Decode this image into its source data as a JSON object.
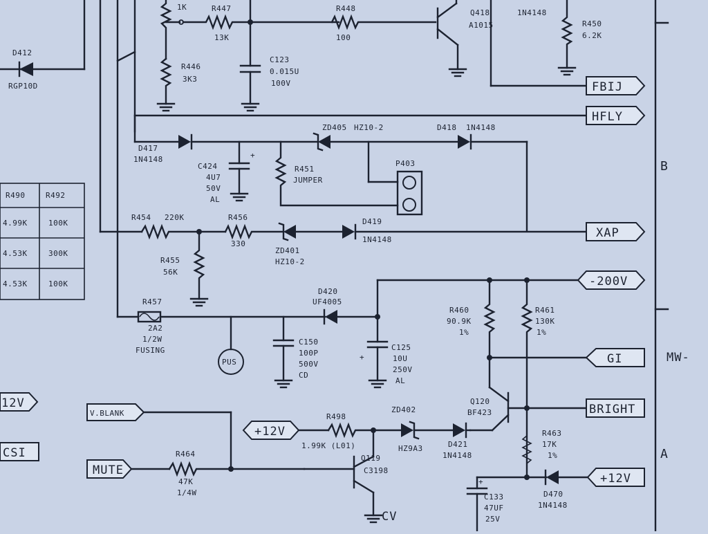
{
  "ports": {
    "fbij": "FBIJ",
    "hfly": "HFLY",
    "xap": "XAP",
    "neg200v": "-200V",
    "gi": "GI",
    "bright": "BRIGHT",
    "plus12v_right": "+12V",
    "plus12v_mid": "+12V",
    "vblank": "V.BLANK",
    "mute": "MUTE",
    "left_12v": "12V",
    "left_csi": "CSI"
  },
  "zones": {
    "b": "B",
    "a": "A"
  },
  "components": {
    "d412": {
      "ref": "D412",
      "val": "RGP10D"
    },
    "r146_top": {
      "val": "1K"
    },
    "r147": {
      "ref": "R447",
      "val": "13K"
    },
    "r148": {
      "ref": "R448",
      "val": "100"
    },
    "r146": {
      "ref": "R446",
      "val": "3K3"
    },
    "c123": {
      "ref": "C123",
      "val1": "0.015U",
      "val2": "100V"
    },
    "q118": {
      "ref": "Q418",
      "val": "A1015"
    },
    "d_top": {
      "val": "1N4148"
    },
    "r150": {
      "ref": "R450",
      "val": "6.2K"
    },
    "d417": {
      "ref": "D417",
      "val": "1N4148"
    },
    "zd405": {
      "ref": "ZD405",
      "val": "HZ10-2"
    },
    "d418": {
      "ref": "D418",
      "val": "1N4148"
    },
    "c424": {
      "ref": "C424",
      "val1": "4U7",
      "val2": "50V",
      "val3": "AL"
    },
    "r451": {
      "ref": "R451",
      "val": "JUMPER"
    },
    "p403": {
      "ref": "P403"
    },
    "r454": {
      "ref": "R454",
      "val": "220K"
    },
    "r456": {
      "ref": "R456",
      "val": "330"
    },
    "zd401": {
      "ref": "ZD401",
      "val": "HZ10-2"
    },
    "d419": {
      "ref": "D419",
      "val": "1N4148"
    },
    "r455": {
      "ref": "R455",
      "val": "56K"
    },
    "r457": {
      "ref": "R457",
      "val1": "2A2",
      "val2": "1/2W",
      "val3": "FUSING"
    },
    "d420": {
      "ref": "D420",
      "val": "UF4005"
    },
    "c150": {
      "ref": "C150",
      "val1": "100P",
      "val2": "500V",
      "val3": "CD"
    },
    "c125": {
      "ref": "C125",
      "val1": "10U",
      "val2": "250V",
      "val3": "AL"
    },
    "r460": {
      "ref": "R460",
      "val1": "90.9K",
      "val2": "1%"
    },
    "r461": {
      "ref": "R461",
      "val1": "130K",
      "val2": "1%"
    },
    "q120": {
      "ref": "Q120",
      "val": "BF423"
    },
    "r498": {
      "ref": "R498",
      "val": "1.99K (L01)"
    },
    "zd402": {
      "ref": "ZD402",
      "val": "HZ9A3"
    },
    "d421": {
      "ref": "D421",
      "val": "1N4148"
    },
    "r463": {
      "ref": "R463",
      "val1": "17K",
      "val2": "1%"
    },
    "q119": {
      "ref": "Q119",
      "val": "C3198"
    },
    "r464": {
      "ref": "R464",
      "val1": "47K",
      "val2": "1/4W"
    },
    "c133": {
      "ref": "C133",
      "val1": "47UF",
      "val2": "25V"
    },
    "d470": {
      "ref": "D470",
      "val": "1N4148"
    },
    "pus": "PUS",
    "cv": "CV",
    "handwriting": "MW-"
  },
  "table": {
    "headers": [
      "R490",
      "R492"
    ],
    "rows": [
      [
        "4.99K",
        "100K"
      ],
      [
        "4.53K",
        "300K"
      ],
      [
        "4.53K",
        "100K"
      ]
    ]
  }
}
